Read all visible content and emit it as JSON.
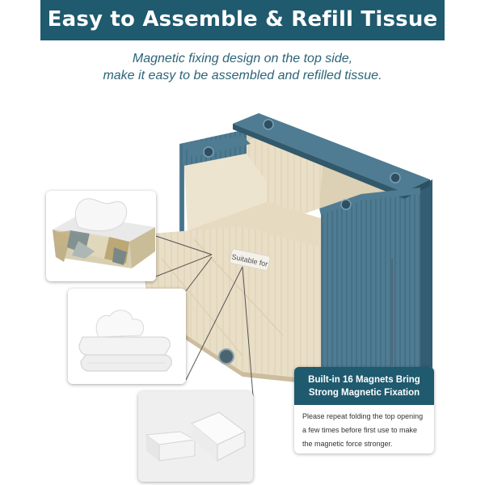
{
  "banner": {
    "title": "Easy to Assemble & Refill Tissue"
  },
  "subtitle": {
    "line1": "Magnetic fixing design on the top side,",
    "line2": "make it easy to be assembled and refilled tissue."
  },
  "box": {
    "label": "Suitable for"
  },
  "callout": {
    "heading_line1": "Built-in 16 Magnets Bring",
    "heading_line2": "Strong Magnetic Fixation",
    "body_line1": "Please repeat folding the top opening",
    "body_line2": "a few times before first use to make",
    "body_line3": "the magnetic force stronger."
  },
  "colors": {
    "brand": "#1f5a6e",
    "leather": "#4f7c92",
    "interior": "#eadfc8"
  },
  "thumbnails": [
    {
      "name": "boxed-tissue"
    },
    {
      "name": "soft-pack-tissue"
    },
    {
      "name": "tissue-stack"
    }
  ]
}
